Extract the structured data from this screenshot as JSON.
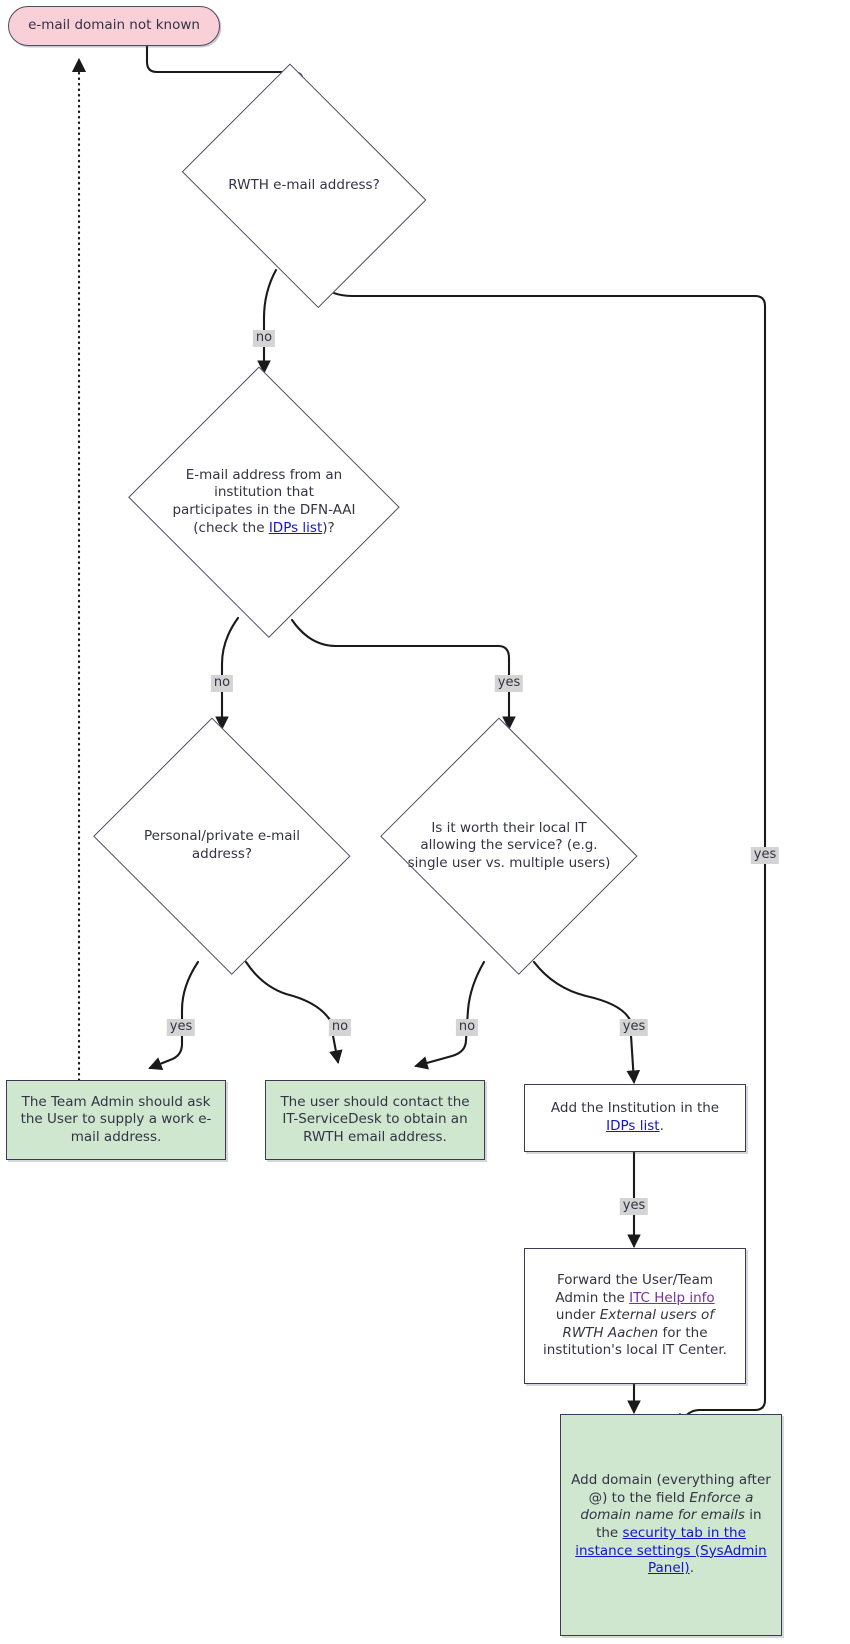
{
  "diagram": {
    "type": "flowchart",
    "title": "e-mail domain not known decision flow",
    "colors": {
      "start_fill": "#f9cfd8",
      "terminal_fill": "#cfe7cf",
      "node_fill": "#ffffff",
      "node_stroke": "#4c4c63",
      "edge_stroke": "#1a1a1a",
      "link": "#1414c8",
      "link_visited": "#76309b",
      "edge_label_bg": "#d4d4d4",
      "text": "#333344",
      "background": "#ffffff"
    }
  },
  "nodes": {
    "start": {
      "id": "start",
      "shape": "stadium",
      "label": "e-mail domain not known"
    },
    "d_rwth": {
      "id": "d_rwth",
      "shape": "diamond",
      "label": "RWTH e-mail address?"
    },
    "d_dfn": {
      "id": "d_dfn",
      "shape": "diamond",
      "line1": "E-mail address from an",
      "line2": "institution that",
      "line3": "participates in the DFN-AAI",
      "line4_pre": "(check the ",
      "line4_link": "IDPs list",
      "line4_post": ")?"
    },
    "d_personal": {
      "id": "d_personal",
      "shape": "diamond",
      "label": "Personal/private e-mail address?"
    },
    "d_worth": {
      "id": "d_worth",
      "shape": "diamond",
      "label": "Is it worth their local IT allowing the service? (e.g. single user vs. multiple users)"
    },
    "a_team_admin": {
      "id": "a_team_admin",
      "shape": "rect",
      "fill": "green",
      "label": "The Team Admin should ask the User to supply a work e-mail address."
    },
    "a_servicedesk": {
      "id": "a_servicedesk",
      "shape": "rect",
      "fill": "green",
      "label": "The user should contact the IT-ServiceDesk to obtain an RWTH email address."
    },
    "a_add_inst": {
      "id": "a_add_inst",
      "shape": "rect",
      "fill": "white",
      "pre": "Add the Institution in the ",
      "link": "IDPs list",
      "post": "."
    },
    "a_forward": {
      "id": "a_forward",
      "shape": "rect",
      "fill": "white",
      "seg1": "Forward the User/Team Admin the ",
      "link": "ITC Help info",
      "seg2": " under ",
      "em": "External users of RWTH Aachen",
      "seg3": " for the institution's local IT Center."
    },
    "a_add_domain": {
      "id": "a_add_domain",
      "shape": "rect",
      "fill": "green",
      "seg1": "Add domain (everything after @) to the field ",
      "em": "Enforce a domain name for emails",
      "seg2": " in the ",
      "link": "security tab in the instance settings (SysAdmin Panel)",
      "seg3": "."
    }
  },
  "edges": [
    {
      "from": "start",
      "to": "d_rwth",
      "label": ""
    },
    {
      "from": "d_rwth",
      "to": "d_dfn",
      "label": "no"
    },
    {
      "from": "d_rwth",
      "to": "a_add_domain",
      "label": "yes"
    },
    {
      "from": "d_dfn",
      "to": "d_personal",
      "label": "no"
    },
    {
      "from": "d_dfn",
      "to": "d_worth",
      "label": "yes"
    },
    {
      "from": "d_personal",
      "to": "a_team_admin",
      "label": "yes"
    },
    {
      "from": "d_personal",
      "to": "a_servicedesk",
      "label": "no"
    },
    {
      "from": "d_worth",
      "to": "a_servicedesk",
      "label": "no"
    },
    {
      "from": "d_worth",
      "to": "a_add_inst",
      "label": "yes"
    },
    {
      "from": "a_add_inst",
      "to": "a_forward",
      "label": "yes"
    },
    {
      "from": "a_forward",
      "to": "a_add_domain",
      "label": ""
    },
    {
      "from": "a_team_admin",
      "to": "start",
      "label": "",
      "style": "dotted"
    }
  ],
  "edge_labels": {
    "rwth_no": "no",
    "rwth_yes": "yes",
    "dfn_no": "no",
    "dfn_yes": "yes",
    "personal_yes": "yes",
    "personal_no": "no",
    "worth_no": "no",
    "worth_yes": "yes",
    "addinst_yes": "yes"
  }
}
